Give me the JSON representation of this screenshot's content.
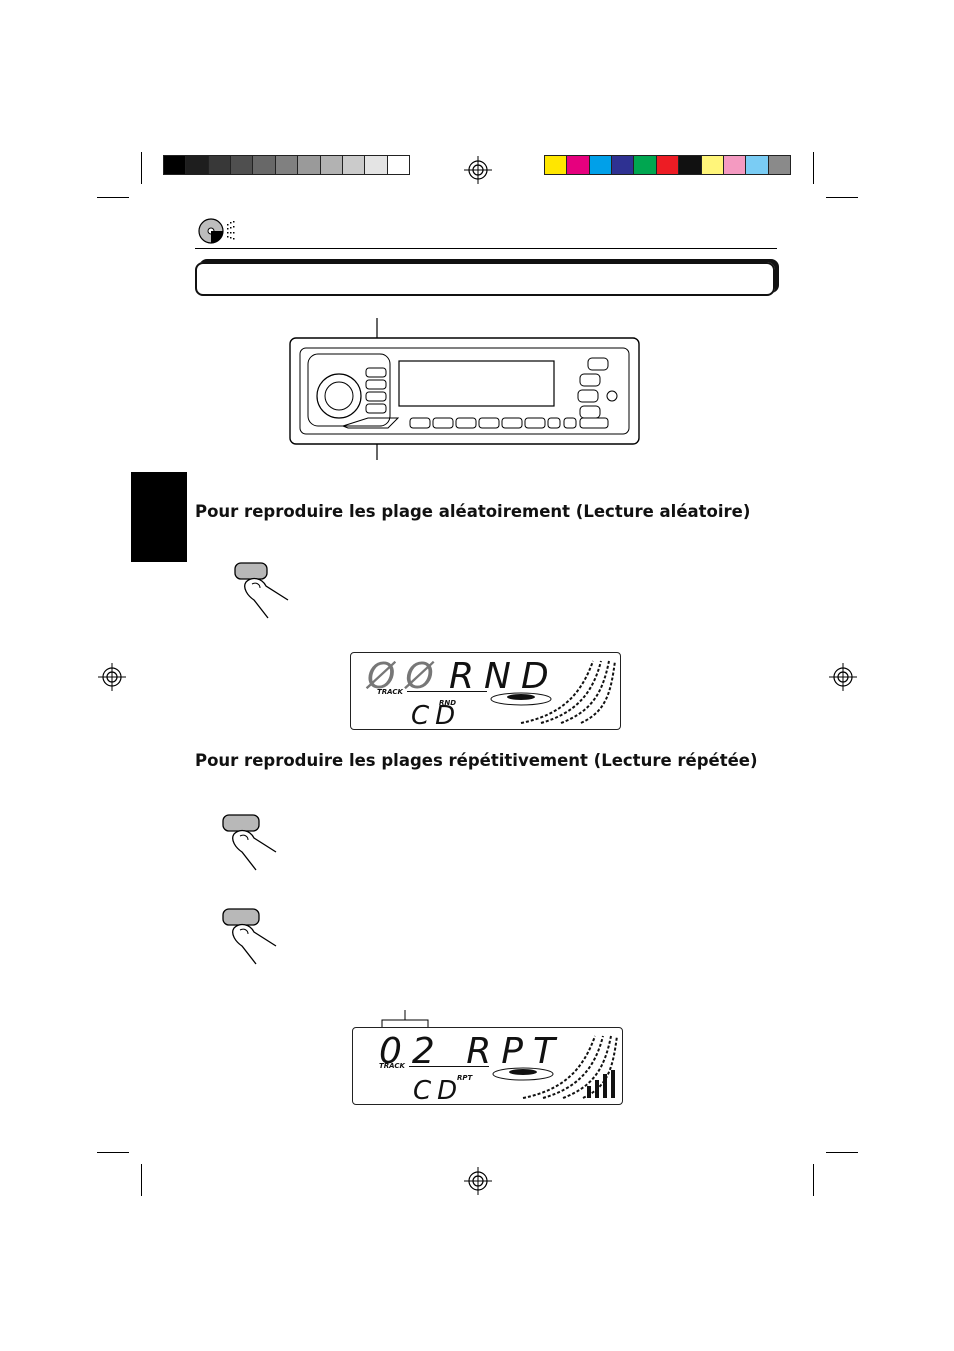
{
  "colors": {
    "gray_bar": [
      "#000000",
      "#1e1e1e",
      "#383838",
      "#4f4f4f",
      "#686868",
      "#808080",
      "#9a9a9a",
      "#b2b2b2",
      "#cbcbcb",
      "#e4e4e4",
      "#ffffff"
    ],
    "color_bar": [
      "#ffe600",
      "#e6007e",
      "#00a0e9",
      "#2e3192",
      "#00a650",
      "#ed1c24",
      "#111111",
      "#fff57a",
      "#f49ac1",
      "#7accf4",
      "#8a8a8a"
    ]
  },
  "icons": {
    "section_icon": "cd-disc-icon",
    "registration": "registration-mark-icon",
    "finger": "finger-press-icon"
  },
  "headings": {
    "random": "Pour reproduire les plage aléatoirement (Lecture aléatoire)",
    "repeat": "Pour reproduire les plages répétitivement (Lecture répétée)"
  },
  "display1": {
    "main": "RND",
    "sub": "CD",
    "track_label": "TRACK",
    "indicator": "RND"
  },
  "display2": {
    "main": "02 RPT",
    "sub": "CD",
    "track_label": "TRACK",
    "indicator": "RPT"
  }
}
